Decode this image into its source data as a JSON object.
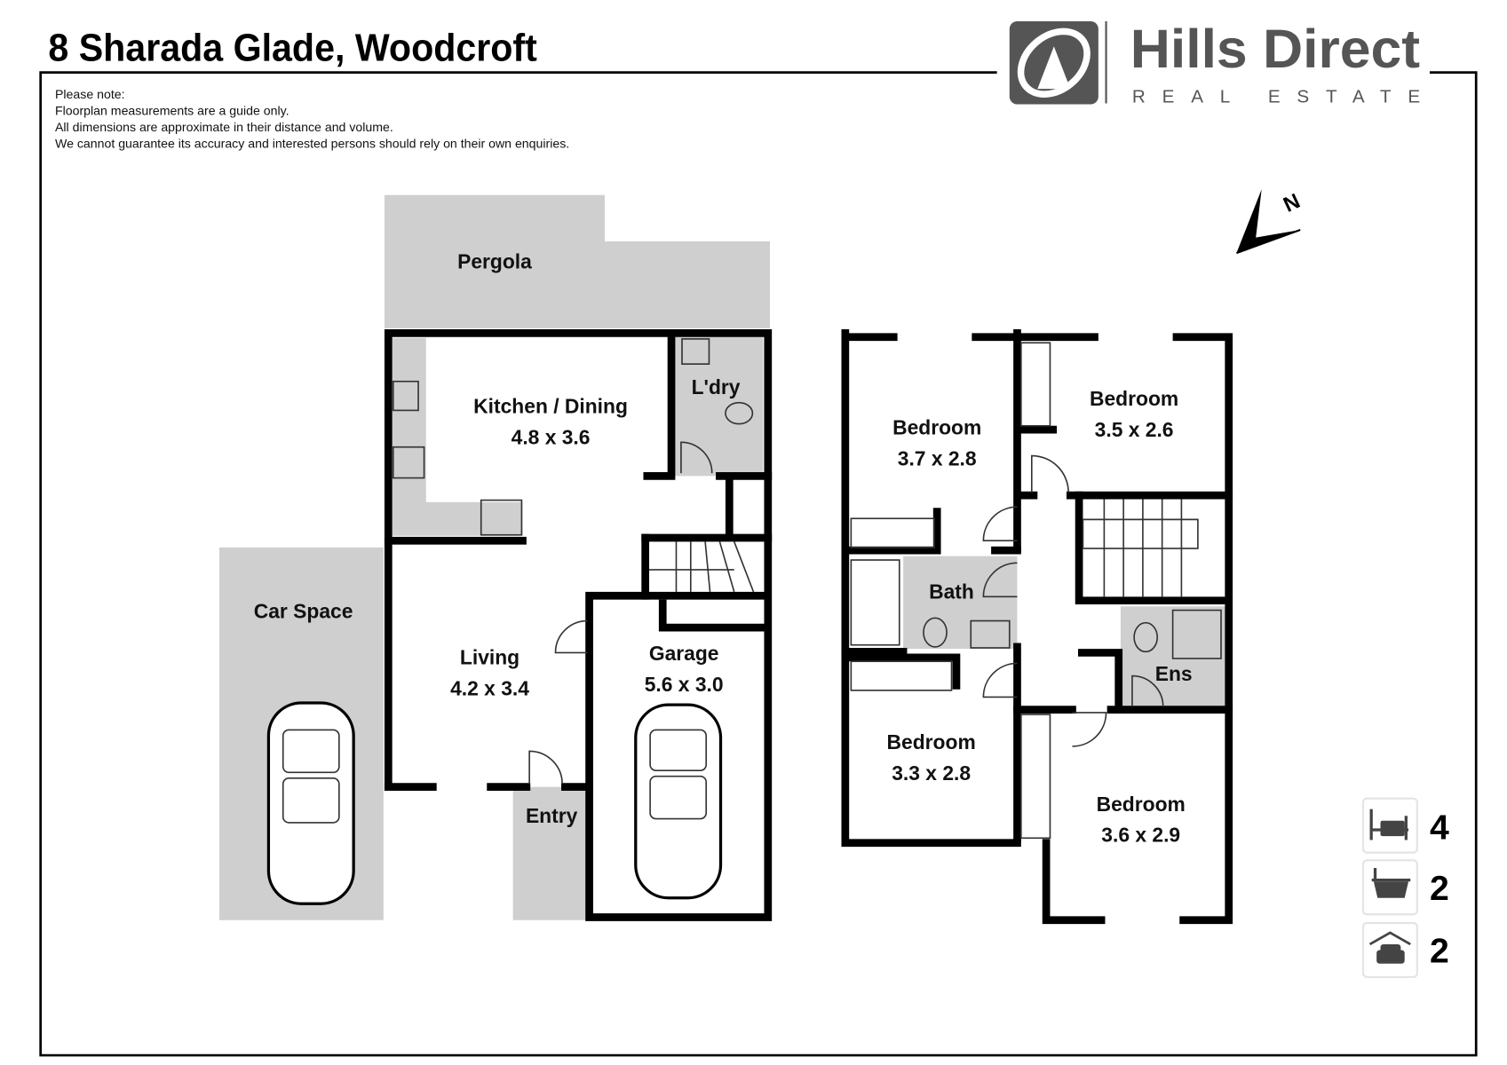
{
  "header": {
    "title": "8 Sharada Glade, Woodcroft"
  },
  "logo": {
    "name": "Hills Direct",
    "tagline": "REAL ESTATE"
  },
  "notes": [
    "Please note:",
    "Floorplan measurements are a guide only.",
    "All dimensions are approximate in their distance and volume.",
    "We cannot guarantee its accuracy and interested persons should rely on their own enquiries."
  ],
  "ground_floor": {
    "pergola": "Pergola",
    "kitchen": {
      "name": "Kitchen / Dining",
      "size": "4.8 x 3.6"
    },
    "laundry": "L'dry",
    "car_space": "Car Space",
    "living": {
      "name": "Living",
      "size": "4.2 x 3.4"
    },
    "garage": {
      "name": "Garage",
      "size": "5.6 x 3.0"
    },
    "entry": "Entry"
  },
  "upper_floor": {
    "bedroom1": {
      "name": "Bedroom",
      "size": "3.7 x 2.8"
    },
    "bedroom2": {
      "name": "Bedroom",
      "size": "3.5 x 2.6"
    },
    "bath": "Bath",
    "ensuite": "Ens",
    "bedroom3": {
      "name": "Bedroom",
      "size": "3.3 x 2.8"
    },
    "bedroom4": {
      "name": "Bedroom",
      "size": "3.6 x 2.9"
    }
  },
  "compass": "N",
  "features": [
    {
      "icon": "bed-icon",
      "count": "4"
    },
    {
      "icon": "bath-icon",
      "count": "2"
    },
    {
      "icon": "garage-icon",
      "count": "2"
    }
  ],
  "colors": {
    "logo_gray": "#555555",
    "area_gray": "#cfcfcf"
  }
}
